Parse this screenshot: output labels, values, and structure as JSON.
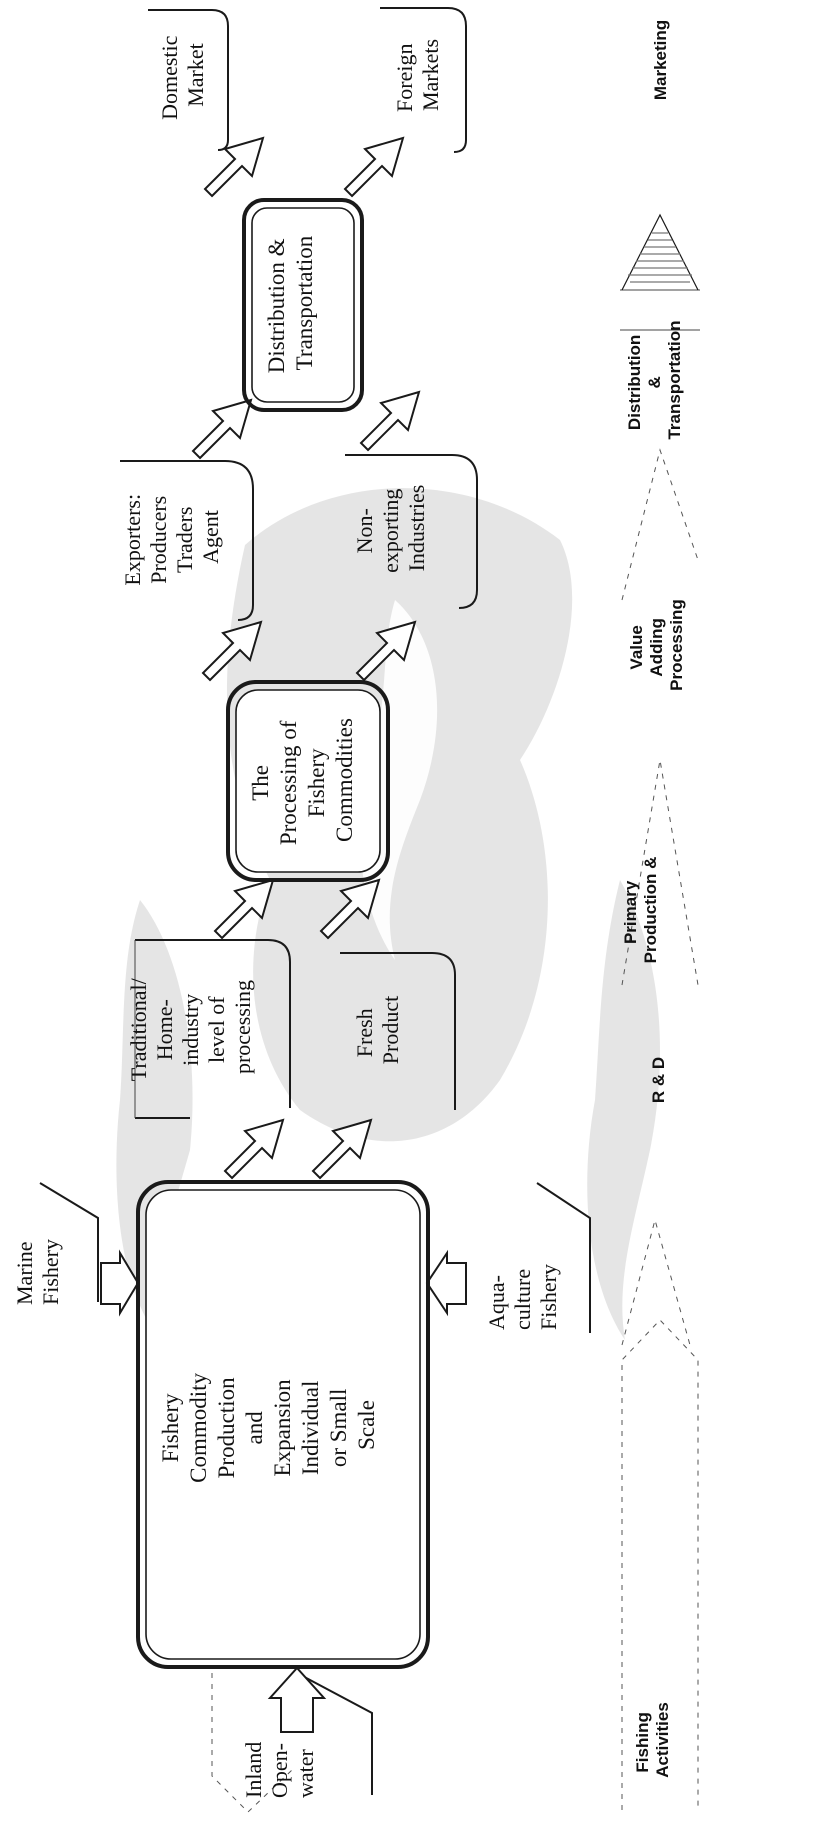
{
  "diagram": {
    "inputs": {
      "marine": [
        "Marine",
        "Fishery"
      ],
      "inland": [
        "Inland",
        "Open-",
        "water"
      ],
      "aquaculture": [
        "Aqua-",
        "culture",
        "Fishery"
      ]
    },
    "production": [
      "Fishery",
      "Commodity",
      "Production",
      "and",
      "Expansion",
      "Individual",
      "or Small",
      "Scale"
    ],
    "traditional": [
      "Traditional/",
      "Home-",
      "industry",
      "level of",
      "processing"
    ],
    "fresh": [
      "Fresh",
      "Product"
    ],
    "processing": [
      "The",
      "Processing of",
      "Fishery",
      "Commodities"
    ],
    "exporters": [
      "Exporters:",
      "Producers",
      "Traders",
      "Agent"
    ],
    "nonexporting": [
      "Non-",
      "exporting",
      "Industries"
    ],
    "distribution": [
      "Distribution &",
      "Transportation"
    ],
    "domestic": [
      "Domestic",
      "Market"
    ],
    "foreign": [
      "Foreign",
      "Markets"
    ]
  },
  "stages": {
    "fishing": [
      "Fishing",
      "Activities"
    ],
    "rd": [
      "R & D"
    ],
    "primary": [
      "Primary",
      "Production &"
    ],
    "value": [
      "Value",
      "Adding",
      "Processing"
    ],
    "distribution": [
      "Distribution",
      "&",
      "Transportation"
    ],
    "marketing": [
      "Marketing"
    ]
  }
}
